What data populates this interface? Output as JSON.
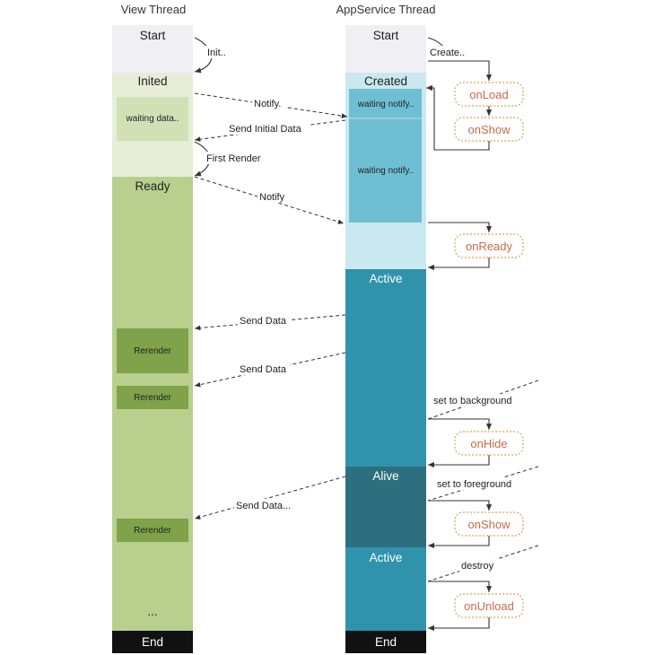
{
  "view_thread": {
    "header": "View Thread",
    "start": "Start",
    "inited": "Inited",
    "waiting": "waiting data..",
    "ready": "Ready",
    "rerender_1": "Rerender",
    "rerender_2": "Rerender",
    "rerender_3": "Rerender",
    "ellipsis": "...",
    "end": "End"
  },
  "appservice_thread": {
    "header": "AppService Thread",
    "start": "Start",
    "created": "Created",
    "waiting_notify_1": "waiting notify..",
    "waiting_notify_2": "waiting notify..",
    "active_1": "Active",
    "alive": "Alive",
    "active_2": "Active",
    "end": "End"
  },
  "callbacks": {
    "on_load": "onLoad",
    "on_show_1": "onShow",
    "on_ready": "onReady",
    "on_hide": "onHide",
    "on_show_2": "onShow",
    "on_unload": "onUnload"
  },
  "edges": {
    "init": "Init..",
    "create": "Create..",
    "notify_1": "Notify.",
    "send_initial_data": "Send Initial Data",
    "first_render": "First Render",
    "notify_2": "Notify",
    "send_data_1": "Send Data",
    "send_data_2": "Send Data",
    "set_to_background": "set to background",
    "set_to_foreground": "set to foreground",
    "send_data_3": "Send Data...",
    "destroy": "destroy"
  },
  "colors": {
    "start_gray": "#efeff4",
    "inited_green": "#e6eed8",
    "waiting_green": "#d1e1b5",
    "ready_green": "#b8cf8e",
    "rerender_green": "#80a24a",
    "created_blue": "#c9e8ef",
    "waiting_blue": "#6fbfd3",
    "active_blue": "#3093ac",
    "alive_teal": "#2d6f7e",
    "end_black": "#111111",
    "callback_text": "#c96a4a",
    "callback_border": "#e0a050"
  }
}
